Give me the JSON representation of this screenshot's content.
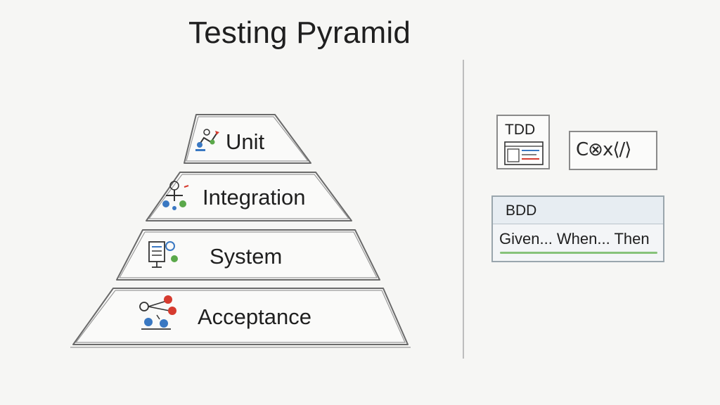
{
  "title": "Testing Pyramid",
  "pyramid": {
    "levels": [
      {
        "label": "Unit",
        "icon": "unit-test-icon"
      },
      {
        "label": "Integration",
        "icon": "integration-test-icon"
      },
      {
        "label": "System",
        "icon": "system-test-icon"
      },
      {
        "label": "Acceptance",
        "icon": "acceptance-test-icon"
      }
    ]
  },
  "side": {
    "tdd": {
      "label": "TDD",
      "icon": "code-editor-icon"
    },
    "code_glyphs": "C⊗x⟨/⟩",
    "bdd": {
      "label": "BDD",
      "line": "Given... When... Then"
    }
  },
  "colors": {
    "stroke": "#5a5a5a",
    "accent_red": "#d63b2f",
    "accent_blue": "#3a78c2",
    "accent_green": "#5aa84a"
  }
}
